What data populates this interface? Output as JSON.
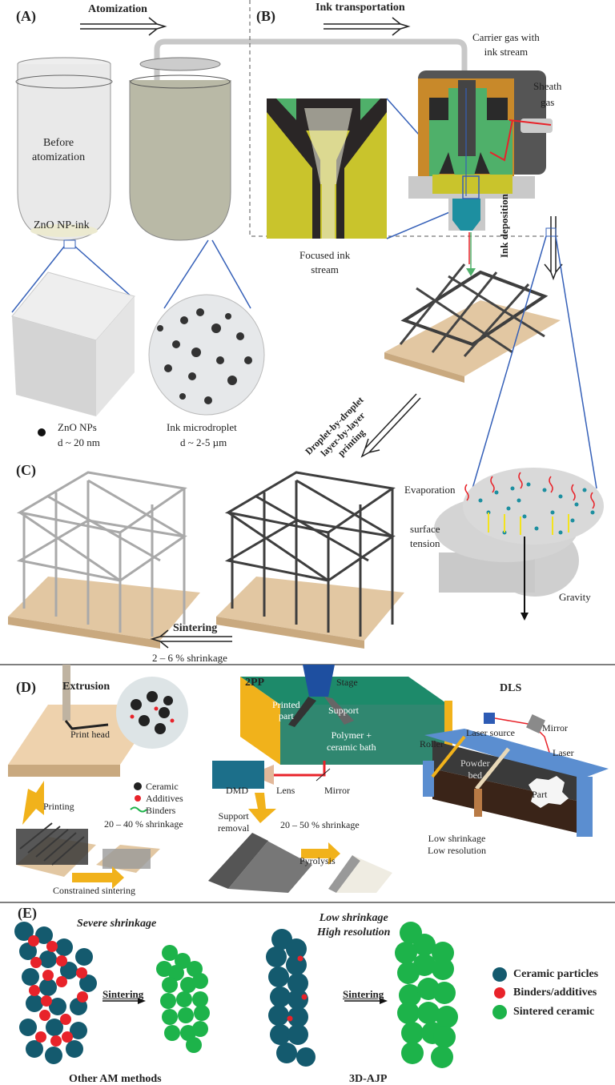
{
  "panels": {
    "A": "(A)",
    "B": "(B)",
    "C": "(C)",
    "D": "(D)",
    "E": "(E)"
  },
  "panel_a": {
    "arrow_label": "Atomization",
    "vial_before_label": "Before\natomization",
    "ink_label": "ZnO NP-ink",
    "nps_label": "ZnO NPs",
    "nps_size": "d ~ 20 nm",
    "droplet_label": "Ink microdroplet",
    "droplet_size": "d ~ 2-5 µm"
  },
  "panel_b": {
    "arrow_label": "Ink transportation",
    "carrier_gas": "Carrier gas with\nink stream",
    "sheath_gas": "Sheath\ngas",
    "focused_stream": "Focused ink\nstream",
    "deposition": "Ink deposition"
  },
  "panel_c": {
    "printing_label": "Droplet-by-droplet\nlayer-by-layer\nprinting",
    "evaporation": "Evaporation",
    "surface_tension": "surface\ntension",
    "gravity": "Gravity",
    "sintering": "Sintering",
    "shrinkage": "2 – 6 % shrinkage"
  },
  "panel_d": {
    "extrusion": {
      "title": "Extrusion",
      "print_head": "Print head",
      "legend": [
        "Ceramic",
        "Additives",
        "Binders"
      ],
      "printing": "Printing",
      "shrinkage": "20 – 40 % shrinkage",
      "constrained": "Constrained sintering"
    },
    "tpp": {
      "title": "2PP",
      "stage": "Stage",
      "printed_part": "Printed\npart",
      "support": "Support",
      "bath": "Polymer +\nceramic bath",
      "dmd": "DMD",
      "lens": "Lens",
      "mirror": "Mirror",
      "support_removal": "Support\nremoval",
      "shrinkage": "20 – 50 % shrinkage",
      "pyrolysis": "Pyrolysis"
    },
    "dls": {
      "title": "DLS",
      "laser_source": "Laser source",
      "mirror": "Mirror",
      "roller": "Roller",
      "laser": "Laser",
      "powder_bed": "Powder\nbed",
      "part": "Part",
      "note": "Low shrinkage\nLow resolution"
    }
  },
  "panel_e": {
    "severe": "Severe shrinkage",
    "low": "Low shrinkage\nHigh resolution",
    "sintering": "Sintering",
    "other_am": "Other AM methods",
    "ajp": "3D-AJP",
    "legend": [
      {
        "label": "Ceramic particles",
        "color": "#145a6e"
      },
      {
        "label": "Binders/additives",
        "color": "#e8232a"
      },
      {
        "label": "Sintered ceramic",
        "color": "#1db34a"
      }
    ]
  },
  "colors": {
    "ceramic": "#145a6e",
    "binder": "#e8232a",
    "sintered": "#1db34a",
    "wood": "#e2c7a2",
    "nozzle_orange": "#c8892a",
    "nozzle_green": "#4fb06a",
    "nozzle_yellow": "#c9c42c",
    "zoom_line": "#3560b8"
  }
}
